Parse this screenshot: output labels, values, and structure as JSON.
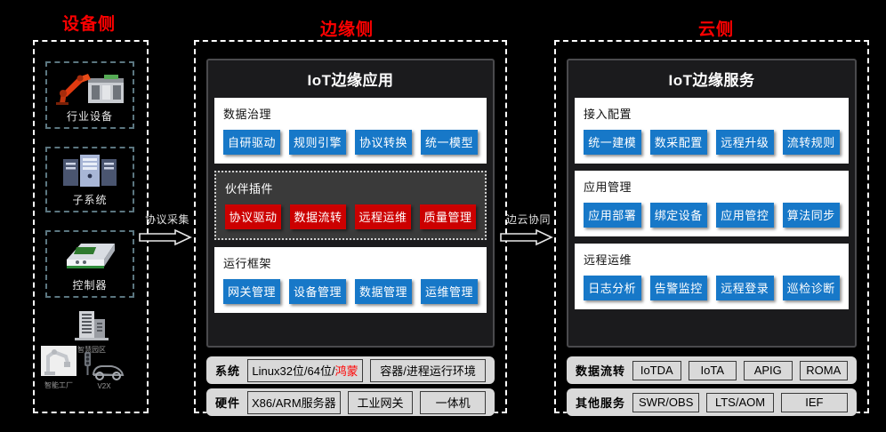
{
  "columns": {
    "device": {
      "title": "设备侧"
    },
    "edge": {
      "title": "边缘侧"
    },
    "cloud": {
      "title": "云侧"
    }
  },
  "device_side": {
    "boxes": [
      {
        "label": "行业设备",
        "icon": "robot-arm-icon"
      },
      {
        "label": "子系统",
        "icon": "server-rack-icon"
      },
      {
        "label": "控制器",
        "icon": "controller-device-icon"
      }
    ],
    "scenarios": [
      {
        "label": "智慧园区",
        "icon": "building-icon"
      },
      {
        "label": "智能工厂",
        "icon": "factory-robot-icon"
      },
      {
        "label": "V2X",
        "icon": "car-traffic-light-icon"
      }
    ]
  },
  "connectors": [
    {
      "label": "协议采集",
      "icon": "arrow-right-icon"
    },
    {
      "label": "边云协同",
      "icon": "arrow-right-icon"
    }
  ],
  "edge_card": {
    "title": "IoT边缘应用",
    "groups": [
      {
        "title": "数据治理",
        "style": "light",
        "chips": [
          {
            "label": "自研驱动",
            "color": "#1778c8"
          },
          {
            "label": "规则引擎",
            "color": "#1778c8"
          },
          {
            "label": "协议转换",
            "color": "#1778c8"
          },
          {
            "label": "统一模型",
            "color": "#1778c8"
          }
        ]
      },
      {
        "title": "伙伴插件",
        "style": "dark",
        "chips": [
          {
            "label": "协议驱动",
            "color": "#cc0000"
          },
          {
            "label": "数据流转",
            "color": "#cc0000"
          },
          {
            "label": "远程运维",
            "color": "#cc0000"
          },
          {
            "label": "质量管理",
            "color": "#cc0000"
          }
        ]
      },
      {
        "title": "运行框架",
        "style": "light",
        "chips": [
          {
            "label": "网关管理",
            "color": "#1778c8"
          },
          {
            "label": "设备管理",
            "color": "#1778c8"
          },
          {
            "label": "数据管理",
            "color": "#1778c8"
          },
          {
            "label": "运维管理",
            "color": "#1778c8"
          }
        ]
      }
    ]
  },
  "edge_stack": [
    {
      "label": "系统",
      "items": [
        {
          "text": "Linux32位/64位/",
          "highlight": "鸿蒙",
          "highlight_color": "#FF0000"
        },
        {
          "text": "容器/进程运行环境"
        }
      ]
    },
    {
      "label": "硬件",
      "items": [
        {
          "text": "X86/ARM服务器"
        },
        {
          "text": "工业网关"
        },
        {
          "text": "一体机"
        }
      ]
    }
  ],
  "cloud_card": {
    "title": "IoT边缘服务",
    "groups": [
      {
        "title": "接入配置",
        "style": "light",
        "chips": [
          {
            "label": "统一建模",
            "color": "#1778c8"
          },
          {
            "label": "数采配置",
            "color": "#1778c8"
          },
          {
            "label": "远程升级",
            "color": "#1778c8"
          },
          {
            "label": "流转规则",
            "color": "#1778c8"
          }
        ]
      },
      {
        "title": "应用管理",
        "style": "light",
        "chips": [
          {
            "label": "应用部署",
            "color": "#1778c8"
          },
          {
            "label": "绑定设备",
            "color": "#1778c8"
          },
          {
            "label": "应用管控",
            "color": "#1778c8"
          },
          {
            "label": "算法同步",
            "color": "#1778c8"
          }
        ]
      },
      {
        "title": "远程运维",
        "style": "light",
        "chips": [
          {
            "label": "日志分析",
            "color": "#1778c8"
          },
          {
            "label": "告警监控",
            "color": "#1778c8"
          },
          {
            "label": "远程登录",
            "color": "#1778c8"
          },
          {
            "label": "巡检诊断",
            "color": "#1778c8"
          }
        ]
      }
    ]
  },
  "cloud_stack": [
    {
      "label": "数据流转",
      "items": [
        {
          "text": "IoTDA"
        },
        {
          "text": "IoTA"
        },
        {
          "text": "APIG"
        },
        {
          "text": "ROMA"
        }
      ]
    },
    {
      "label": "其他服务",
      "items": [
        {
          "text": "SWR/OBS"
        },
        {
          "text": "LTS/AOM"
        },
        {
          "text": "IEF"
        }
      ]
    }
  ],
  "colors": {
    "background": "#000000",
    "title_red": "#FF0000",
    "chip_blue": "#1778c8",
    "chip_red": "#cc0000",
    "panel_dark": "#1b1b1d",
    "panel_light": "#ffffff",
    "stack_gray": "#d9d9d9",
    "dashed_white": "#ffffff",
    "dashed_teal": "#5b7680"
  }
}
